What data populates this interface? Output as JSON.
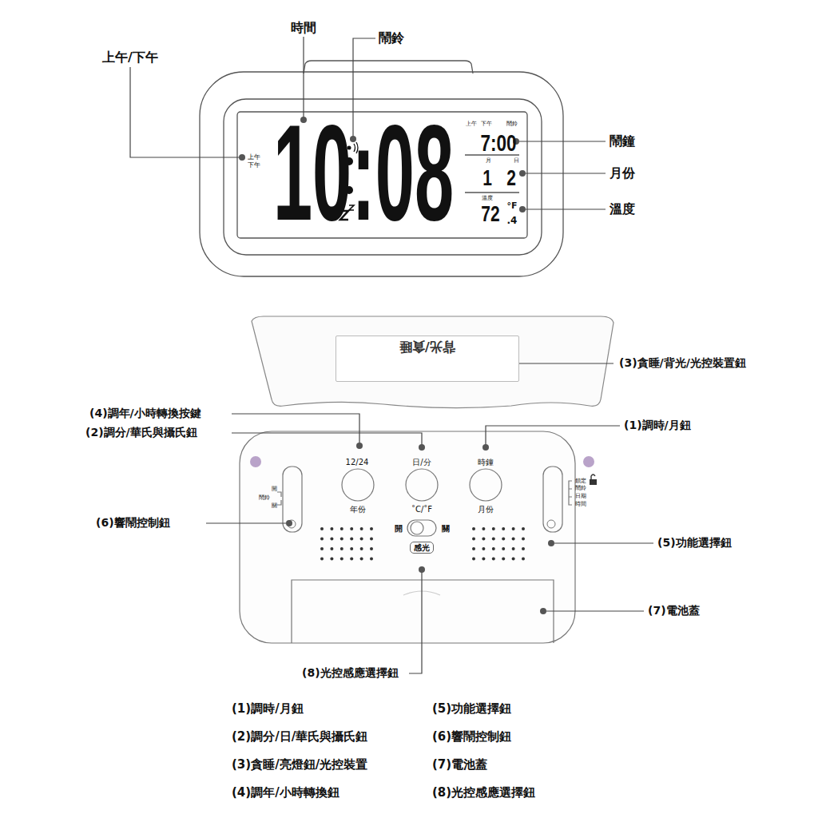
{
  "diagram": {
    "nodes": [
      {
        "text": [
          "背光/貪睡"
        ]
      },
      {
        "text": [
          "感光"
        ]
      }
    ],
    "labels": [
      "時間",
      "鬧鈴",
      "上午/下午",
      "鬧鐘",
      "月份",
      "溫度",
      "上午",
      "下午",
      "10:08",
      "上午",
      "下午",
      "鬧鈴",
      "7:00",
      "月",
      "日",
      "1",
      "2",
      "溫度",
      "72",
      "°F",
      ".4",
      "(3)貪睡/背光/光控裝置鈕",
      "(4)調年/小時轉換按鍵",
      "(2)調分/華氏與攝氏鈕",
      "(1)調時/月鈕",
      "12/24",
      "日/分",
      "時鐘",
      "年份",
      "˚C/˚F",
      "月份",
      "開",
      "關",
      "鬧鈴",
      "開",
      "關",
      "鎖定",
      "鬧鈴",
      "日期",
      "時間",
      "(6)響鬧控制鈕",
      "(5)功能選擇鈕",
      "(7)電池蓋",
      "(8)光控感應選擇鈕",
      "(1)調時/月鈕",
      "(2)調分/日/華氏與攝氏鈕",
      "(3)貪睡/亮燈鈕/光控裝置",
      "(4)調年/小時轉換鈕",
      "(5)功能選擇鈕",
      "(6)響鬧控制鈕",
      "(7)電池蓋",
      "(8)光控感應選擇鈕"
    ]
  }
}
